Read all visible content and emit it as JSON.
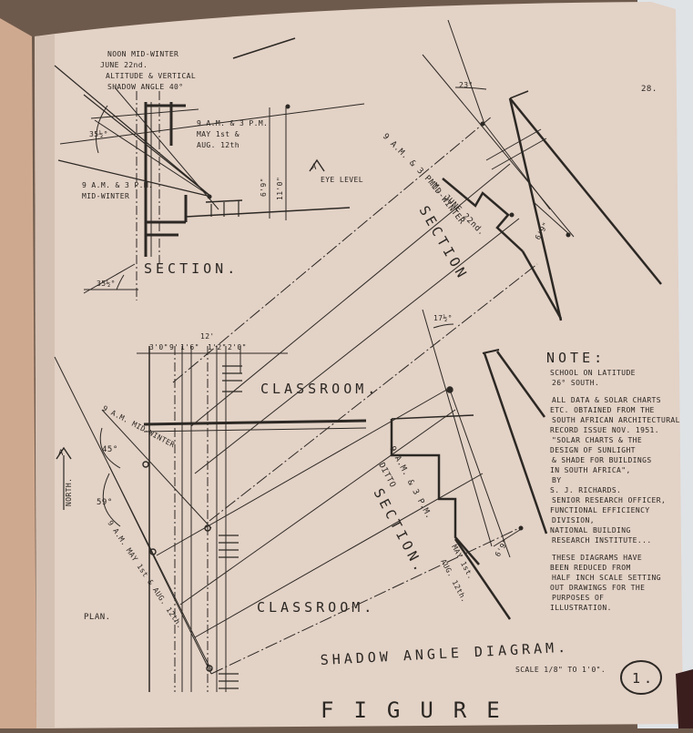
{
  "page": {
    "page_number": "28.",
    "paper_color": "#e3d2c6",
    "ink_color": "#2c2824"
  },
  "section_top": {
    "title": "SECTION.",
    "noon_note": [
      "NOON MID-WINTER",
      "JUNE 22nd.",
      "ALTITUDE & VERTICAL",
      "SHADOW ANGLE 40°"
    ],
    "angle_left": "35½°",
    "angle_bottom": "35½°",
    "time_note_right": [
      "9 A.M. & 3 P.M.",
      "MAY 1st &",
      "AUG. 12th"
    ],
    "time_note_left": [
      "9 A.M. & 3 P.M.",
      "MID-WINTER"
    ],
    "dim_a": "6'9\"",
    "dim_b": "11'0\"",
    "eye_marker": "A",
    "eye_level": "EYE LEVEL"
  },
  "section_right": {
    "angle_top": "23°",
    "label_main": "9 A.M. & 3 P.M. JUNE 22nd.",
    "label_sub": "MID-WINTER",
    "label_section": "SECTION",
    "dim": "6'9\""
  },
  "plan": {
    "title": "PLAN.",
    "classroom_top": "CLASSROOM.",
    "classroom_bottom": "CLASSROOM.",
    "north_label": "NORTH.",
    "north_marker": "A",
    "angle_45": "45°",
    "angle_59": "59°",
    "midwinter_label": "9 A.M. MID-WINTER",
    "may_label": "9 A.M. MAY 1st & AUG. 12th.",
    "dims": [
      "3'0\"",
      "9'",
      "1'6\"",
      "12'",
      "1'2\"",
      "2'0\""
    ],
    "ditto_main": "9 A.M. & 3 P.M.",
    "ditto_sub": "DITTO",
    "ditto_section": "SECTION.",
    "ditto_angle": "17½°",
    "ditto_dim": "6'9\"",
    "may_aug": [
      "MAY 1st.",
      "AUG. 12th."
    ]
  },
  "note": {
    "heading": "NOTE:",
    "lines": [
      "SCHOOL ON LATITUDE",
      "26° SOUTH.",
      "",
      "ALL DATA & SOLAR CHARTS",
      "ETC. OBTAINED FROM THE",
      "SOUTH AFRICAN ARCHITECTURAL",
      "RECORD ISSUE NOV. 1951.",
      "\"SOLAR CHARTS & THE",
      "DESIGN OF SUNLIGHT",
      "& SHADE FOR BUILDINGS",
      "IN SOUTH AFRICA\",",
      "BY",
      "S. J. RICHARDS.",
      "SENIOR RESEARCH OFFICER,",
      "FUNCTIONAL EFFICIENCY",
      "DIVISION,",
      "NATIONAL BUILDING",
      "RESEARCH INSTITUTE...",
      "",
      "THESE DIAGRAMS HAVE",
      "BEEN REDUCED FROM",
      "HALF INCH SCALE SETTING",
      "OUT DRAWINGS FOR THE",
      "PURPOSES OF",
      "ILLUSTRATION."
    ]
  },
  "footer": {
    "diagram_title": "SHADOW ANGLE DIAGRAM.",
    "scale": "SCALE 1/8\" TO 1'0\".",
    "figure_label": "FIGURE",
    "figure_number": "1."
  }
}
